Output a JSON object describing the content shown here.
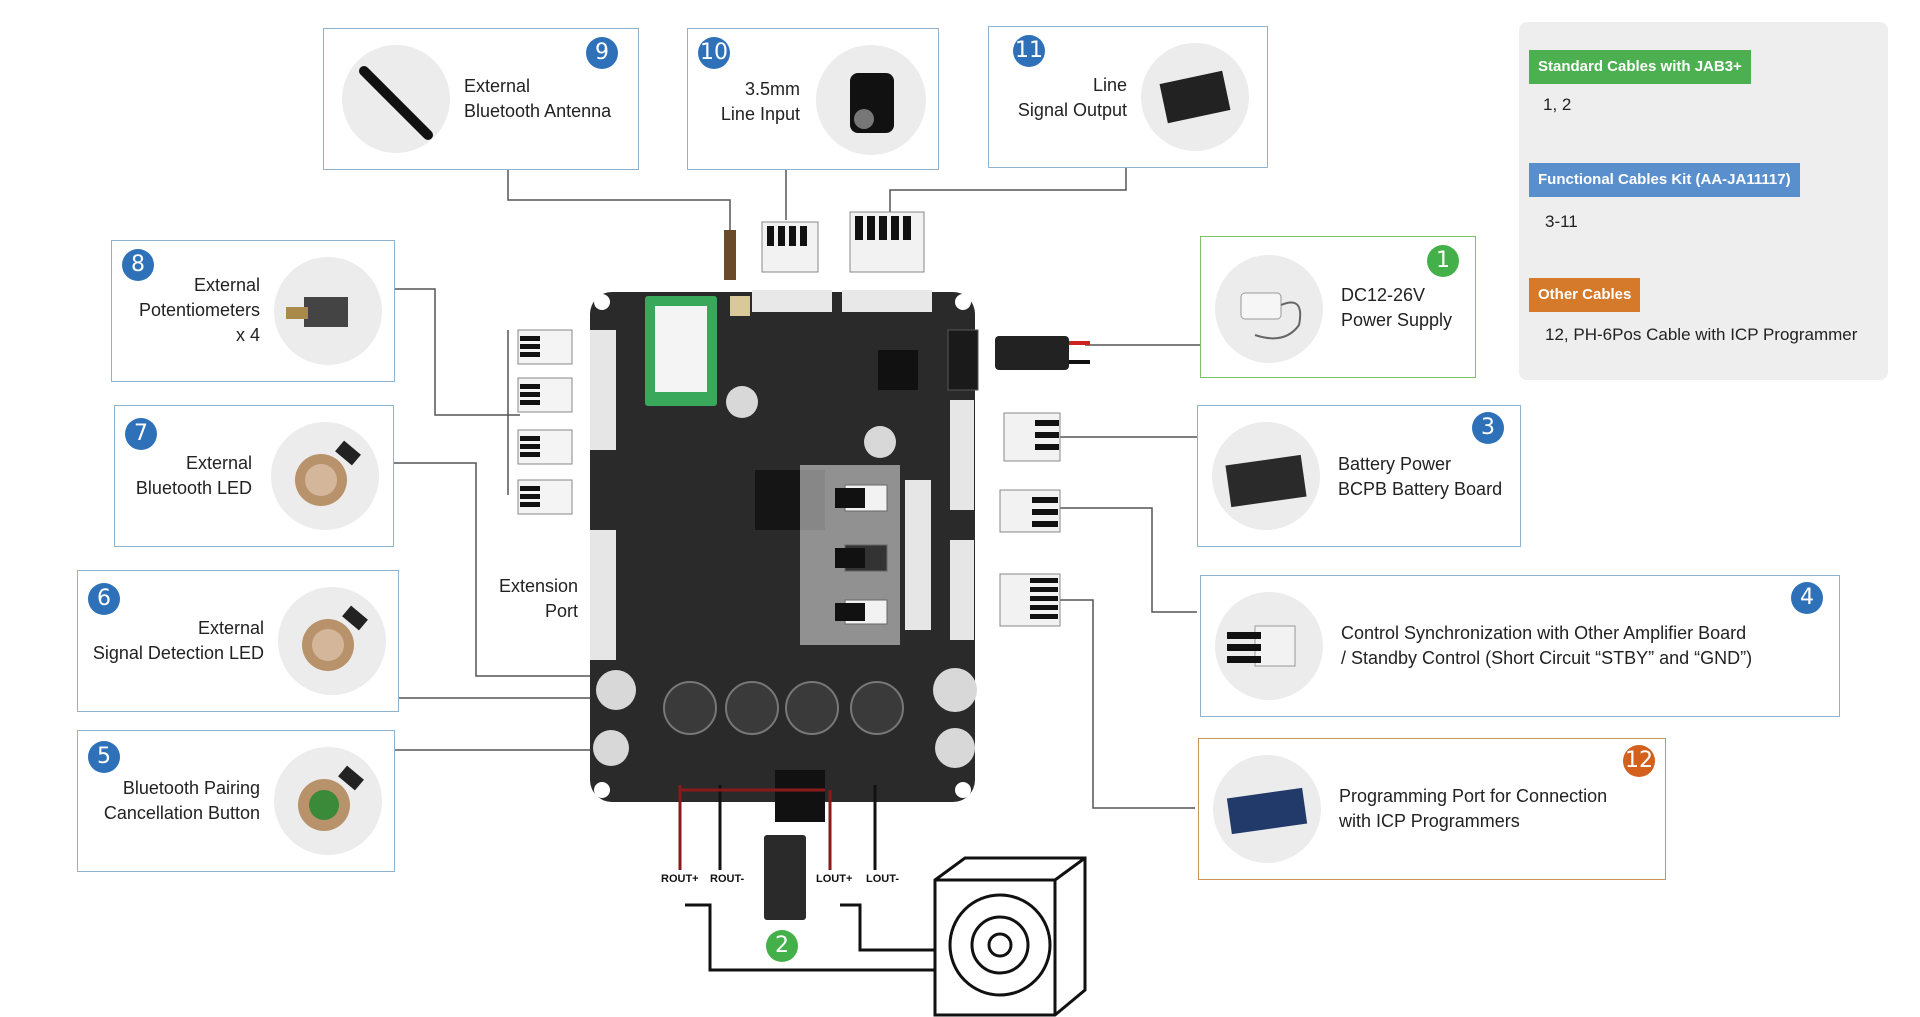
{
  "callouts": {
    "c9": {
      "number": "9",
      "line1": "External",
      "line2": "Bluetooth Antenna"
    },
    "c10": {
      "number": "10",
      "line1": "3.5mm",
      "line2": "Line Input"
    },
    "c11": {
      "number": "11",
      "line1": "Line",
      "line2": "Signal Output"
    },
    "c8": {
      "number": "8",
      "line1": "External",
      "line2": "Potentiometers",
      "line3": "x 4"
    },
    "c7": {
      "number": "7",
      "line1": "External",
      "line2": "Bluetooth LED"
    },
    "c6": {
      "number": "6",
      "line1": "External",
      "line2": "Signal Detection LED"
    },
    "c5": {
      "number": "5",
      "line1": "Bluetooth Pairing",
      "line2": "Cancellation Button"
    },
    "c1": {
      "number": "1",
      "line1": "DC12-26V",
      "line2": "Power Supply"
    },
    "c3": {
      "number": "3",
      "line1": "Battery Power",
      "line2": "BCPB Battery Board"
    },
    "c4": {
      "number": "4",
      "line1": "Control Synchronization with Other Amplifier Board",
      "line2": "/ Standby Control (Short Circuit “STBY” and “GND”)"
    },
    "c12": {
      "number": "12",
      "line1": "Programming Port for Connection",
      "line2": "with ICP Programmers"
    }
  },
  "extension_port": {
    "line1": "Extension",
    "line2": "Port"
  },
  "speaker_pins": {
    "rout_plus": "ROUT+",
    "rout_minus": "ROUT-",
    "lout_plus": "LOUT+",
    "lout_minus": "LOUT-"
  },
  "speaker_badge": "2",
  "legend": {
    "standard": {
      "tag": "Standard Cables with JAB3+",
      "value": "1, 2",
      "color": "#4cb050"
    },
    "functional": {
      "tag": "Functional Cables Kit (AA-JA11117)",
      "value": "3-11",
      "color": "#5a8fce"
    },
    "other": {
      "tag": "Other Cables",
      "value": "12, PH-6Pos Cable with ICP Programmer",
      "color": "#d47a2a"
    }
  },
  "colors": {
    "blue_badge": "#2f71b8",
    "green_badge": "#44b04a",
    "orange_badge": "#d3611d",
    "board": "#2a2a2a"
  }
}
